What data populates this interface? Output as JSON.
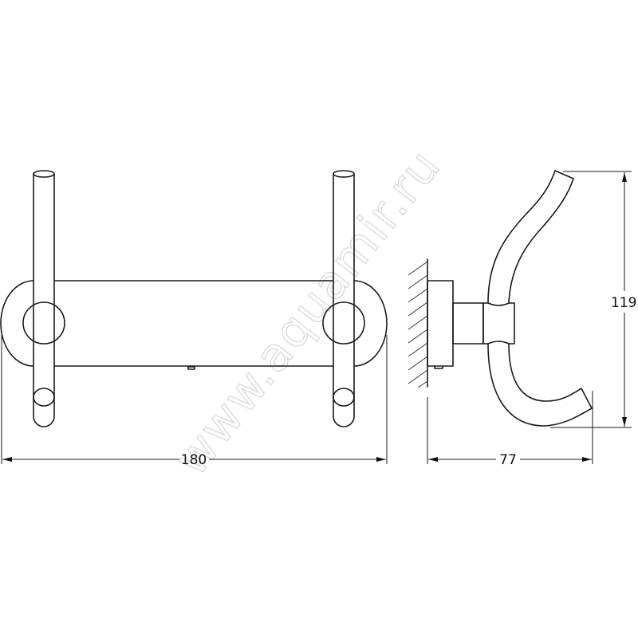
{
  "drawing": {
    "front_view": {
      "width_dimension": "180"
    },
    "side_view": {
      "depth_dimension": "77",
      "height_dimension": "119"
    }
  },
  "watermark": "www.aquamir.ru",
  "colors": {
    "line": "#1a1a1a",
    "watermark": "#d6d6d6",
    "background": "#ffffff"
  }
}
